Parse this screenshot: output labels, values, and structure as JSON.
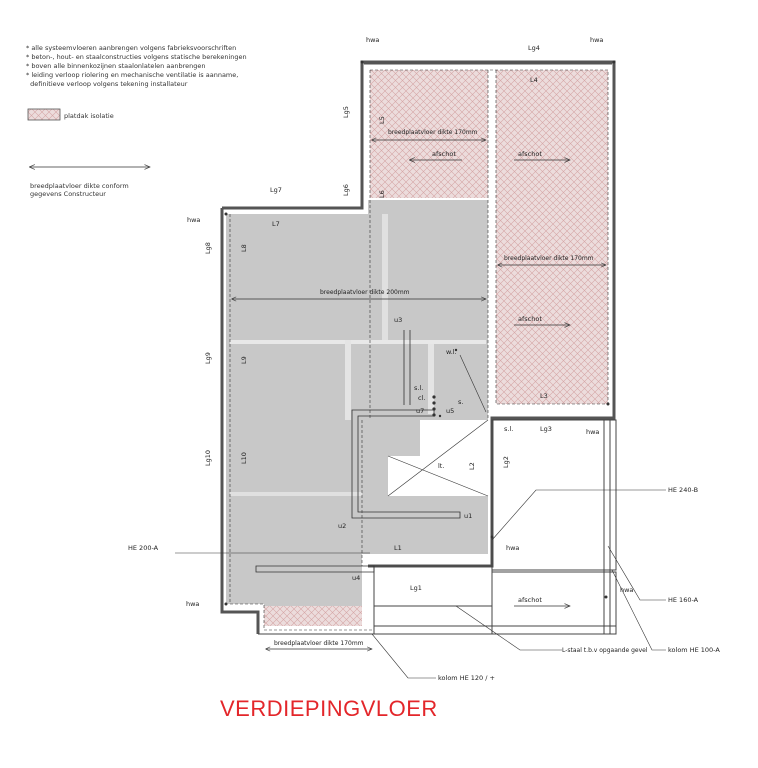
{
  "notes": [
    "* alle systeemvloeren aanbrengen volgens fabrieksvoorschriften",
    "* beton-, hout- en staalconstructies volgens statische berekeningen",
    "* boven alle binnenkozijnen staalonlatelen aanbrengen",
    "* leiding verloop riolering en mechanische ventilatie is aanname,",
    "  definitieve verloop volgens tekening installateur"
  ],
  "legend": {
    "insulation_label": "platdak isolatie",
    "direction_label_1": "breedplaatvloer dikte conform",
    "direction_label_2": "gegevens Constructeur"
  },
  "title": "VERDIEPINGVLOER",
  "labels": {
    "hwa": "hwa",
    "lg1": "Lg1",
    "lg2": "Lg2",
    "lg3": "Lg3",
    "lg4": "Lg4",
    "lg5": "Lg5",
    "lg6": "Lg6",
    "lg7": "Lg7",
    "lg8": "Lg8",
    "lg9": "Lg9",
    "lg10": "Lg10",
    "l1": "L1",
    "l2": "L2",
    "l3": "L3",
    "l4": "L4",
    "l5": "L5",
    "l6": "L6",
    "l7": "L7",
    "l8": "L8",
    "l9": "L9",
    "l10": "L10",
    "bpv170": "breedplaatvloer dikte 170mm",
    "bpv200": "breedplaatvloer dikte 200mm",
    "afschot": "afschot",
    "u1": "u1",
    "u2": "u2",
    "u3": "u3",
    "u4": "u4",
    "u5": "u5",
    "u7": "u7",
    "wl": "w.l.",
    "sl": "s.l.",
    "cl": "cl.",
    "s": "s.",
    "lt": "lt.",
    "he200a": "HE 200-A",
    "he240b": "HE 240-B",
    "he160a": "HE 160-A",
    "kolom100": "kolom HE 100-A",
    "kolom120": "kolom HE 120 / +",
    "lstaal": "L-staal t.b.v opgaande gevel"
  },
  "colors": {
    "slab_grey": "#c8c8c8",
    "insulation_fill": "#e8d4d4",
    "insulation_hatch": "#d4a0a0",
    "wall": "#555555",
    "title_red": "#e3262a"
  }
}
